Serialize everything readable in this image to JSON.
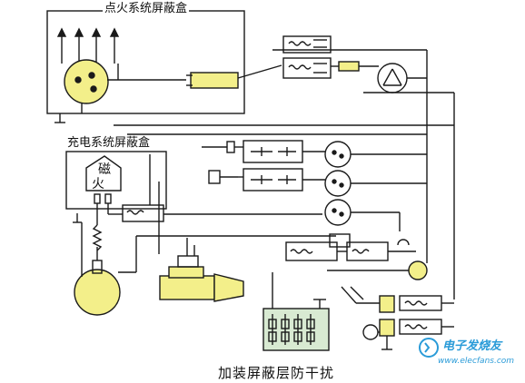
{
  "labels": {
    "ignition_shield_box": "点火系统屏蔽盒",
    "charging_shield_box": "充电系统屏蔽盒",
    "regulator_char_1": "磁",
    "regulator_char_2": "火",
    "caption": "加装屏蔽层防干扰"
  },
  "watermark": {
    "name": "电子发烧友",
    "url": "www.elecfans.com"
  },
  "colors": {
    "line": "#1a1a1a",
    "component_fill": "#f3ef8a",
    "fuse_fill": "#d8ead2",
    "watermark": "#2a9bd8"
  }
}
